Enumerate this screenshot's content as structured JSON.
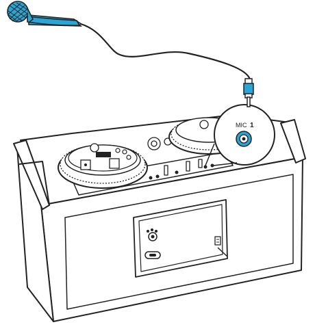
{
  "callout": {
    "jack_label_prefix": "MIC",
    "jack_label_number": "1"
  },
  "colors": {
    "mic_accent": "#2aa6d6",
    "jack_accent": "#2aa6d6",
    "outline": "#222222",
    "background": "#ffffff"
  },
  "icons": [
    "microphone-icon",
    "mic-cable",
    "mic-plug",
    "mic-jack-icon",
    "speaker-unit"
  ]
}
